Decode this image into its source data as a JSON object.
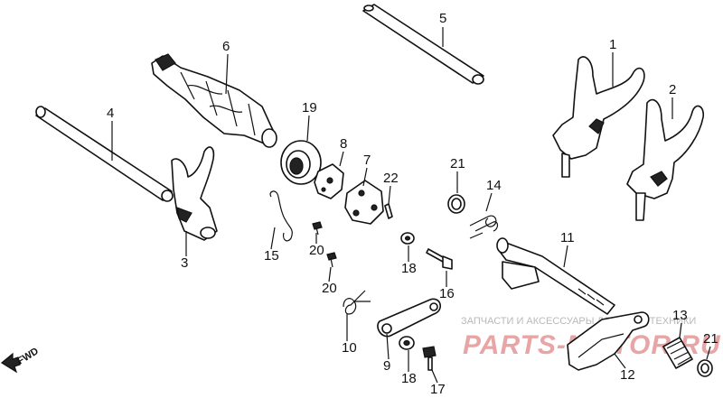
{
  "labels": {
    "1": "1",
    "2": "2",
    "3": "3",
    "4": "4",
    "5": "5",
    "6": "6",
    "7": "7",
    "8": "8",
    "9": "9",
    "10": "10",
    "11": "11",
    "12": "12",
    "13": "13",
    "14": "14",
    "15": "15",
    "16": "16",
    "17": "17",
    "18": "18",
    "19": "19",
    "20": "20",
    "21": "21",
    "22": "22"
  },
  "fwd_label": "FWD",
  "watermark": {
    "caption": "ЗАПЧАСТИ И АКСЕССУАРЫ ДЛЯ МОТОТЕХНИКИ",
    "brand": "PARTS-MOTOR.RU"
  },
  "colors": {
    "line": "#111111",
    "background": "#ffffff",
    "watermark_brand": "#e8a5a5",
    "watermark_caption": "#b9b9b9"
  }
}
